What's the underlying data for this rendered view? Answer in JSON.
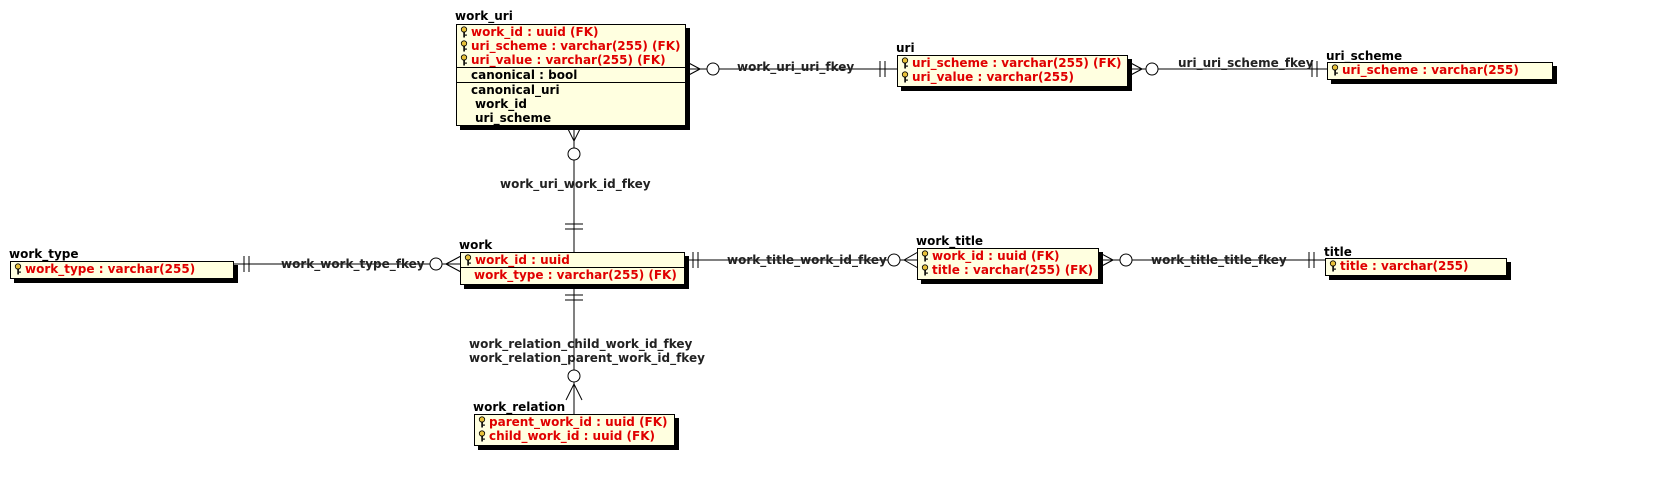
{
  "entities": {
    "work_uri": {
      "name": "work_uri",
      "pk": [
        "work_id : uuid (FK)",
        "uri_scheme : varchar(255) (FK)",
        "uri_value : varchar(255) (FK)"
      ],
      "attrs": [
        "canonical : bool"
      ],
      "index_name": "canonical_uri",
      "index_cols": [
        "work_id",
        "uri_scheme"
      ]
    },
    "uri": {
      "name": "uri",
      "pk": [
        "uri_scheme : varchar(255) (FK)",
        "uri_value : varchar(255)"
      ]
    },
    "uri_scheme": {
      "name": "uri_scheme",
      "pk": [
        "uri_scheme : varchar(255)"
      ]
    },
    "work_type": {
      "name": "work_type",
      "pk": [
        "work_type : varchar(255)"
      ]
    },
    "work": {
      "name": "work",
      "pk": [
        "work_id : uuid"
      ],
      "attrs": [
        "work_type : varchar(255) (FK)"
      ]
    },
    "work_title": {
      "name": "work_title",
      "pk": [
        "work_id : uuid (FK)",
        "title : varchar(255) (FK)"
      ]
    },
    "title": {
      "name": "title",
      "pk": [
        "title : varchar(255)"
      ]
    },
    "work_relation": {
      "name": "work_relation",
      "pk": [
        "parent_work_id : uuid (FK)",
        "child_work_id : uuid (FK)"
      ]
    }
  },
  "relationships": {
    "work_uri_uri_fkey": "work_uri_uri_fkey",
    "uri_uri_scheme_fkey": "uri_uri_scheme_fkey",
    "work_uri_work_id_fkey": "work_uri_work_id_fkey",
    "work_work_type_fkey": "work_work_type_fkey",
    "work_title_work_id_fkey": "work_title_work_id_fkey",
    "work_title_title_fkey": "work_title_title_fkey",
    "work_relation_child_work_id_fkey": "work_relation_child_work_id_fkey",
    "work_relation_parent_work_id_fkey": "work_relation_parent_work_id_fkey"
  },
  "colors": {
    "entity_fill": "#ffffe0",
    "key_text": "#e00000",
    "line": "#000000"
  }
}
